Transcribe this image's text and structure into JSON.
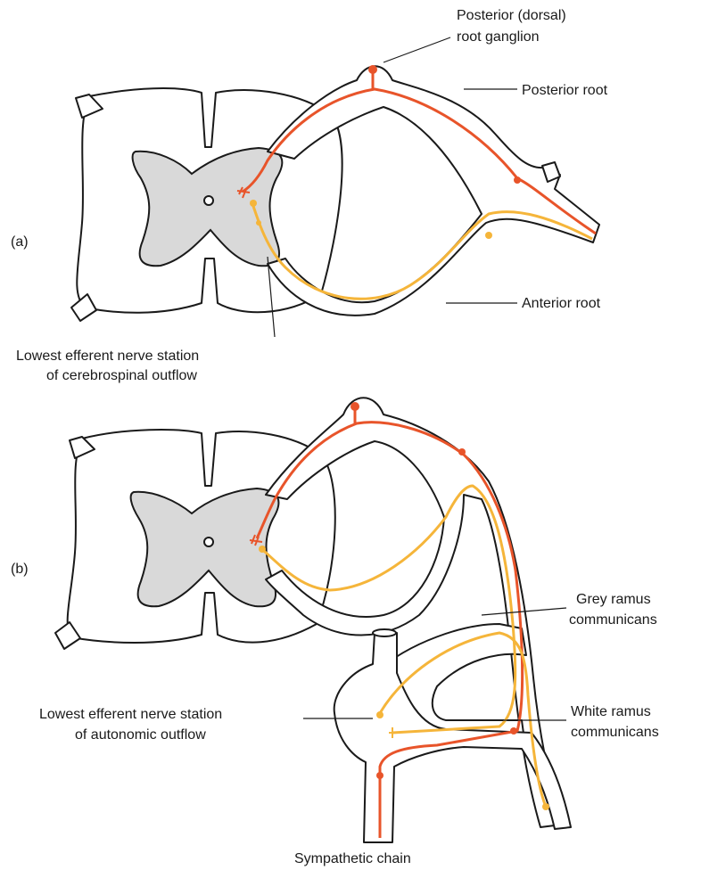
{
  "colors": {
    "afferent": "#e8542a",
    "efferent": "#f5b53a",
    "outline": "#1a1a1a",
    "grey_matter": "#d9d9d9"
  },
  "panel_a": {
    "tag": "(a)",
    "labels": {
      "ganglion_line1": "Posterior (dorsal)",
      "ganglion_line2": "root ganglion",
      "posterior_root": "Posterior root",
      "anterior_root": "Anterior root",
      "lowest_line1": "Lowest efferent nerve station",
      "lowest_line2": "of cerebrospinal outflow"
    }
  },
  "panel_b": {
    "tag": "(b)",
    "labels": {
      "grey_line1": "Grey ramus",
      "grey_line2": "communicans",
      "white_line1": "White ramus",
      "white_line2": "communicans",
      "lowest_line1": "Lowest efferent nerve station",
      "lowest_line2": "of autonomic outflow",
      "chain": "Sympathetic chain"
    }
  }
}
